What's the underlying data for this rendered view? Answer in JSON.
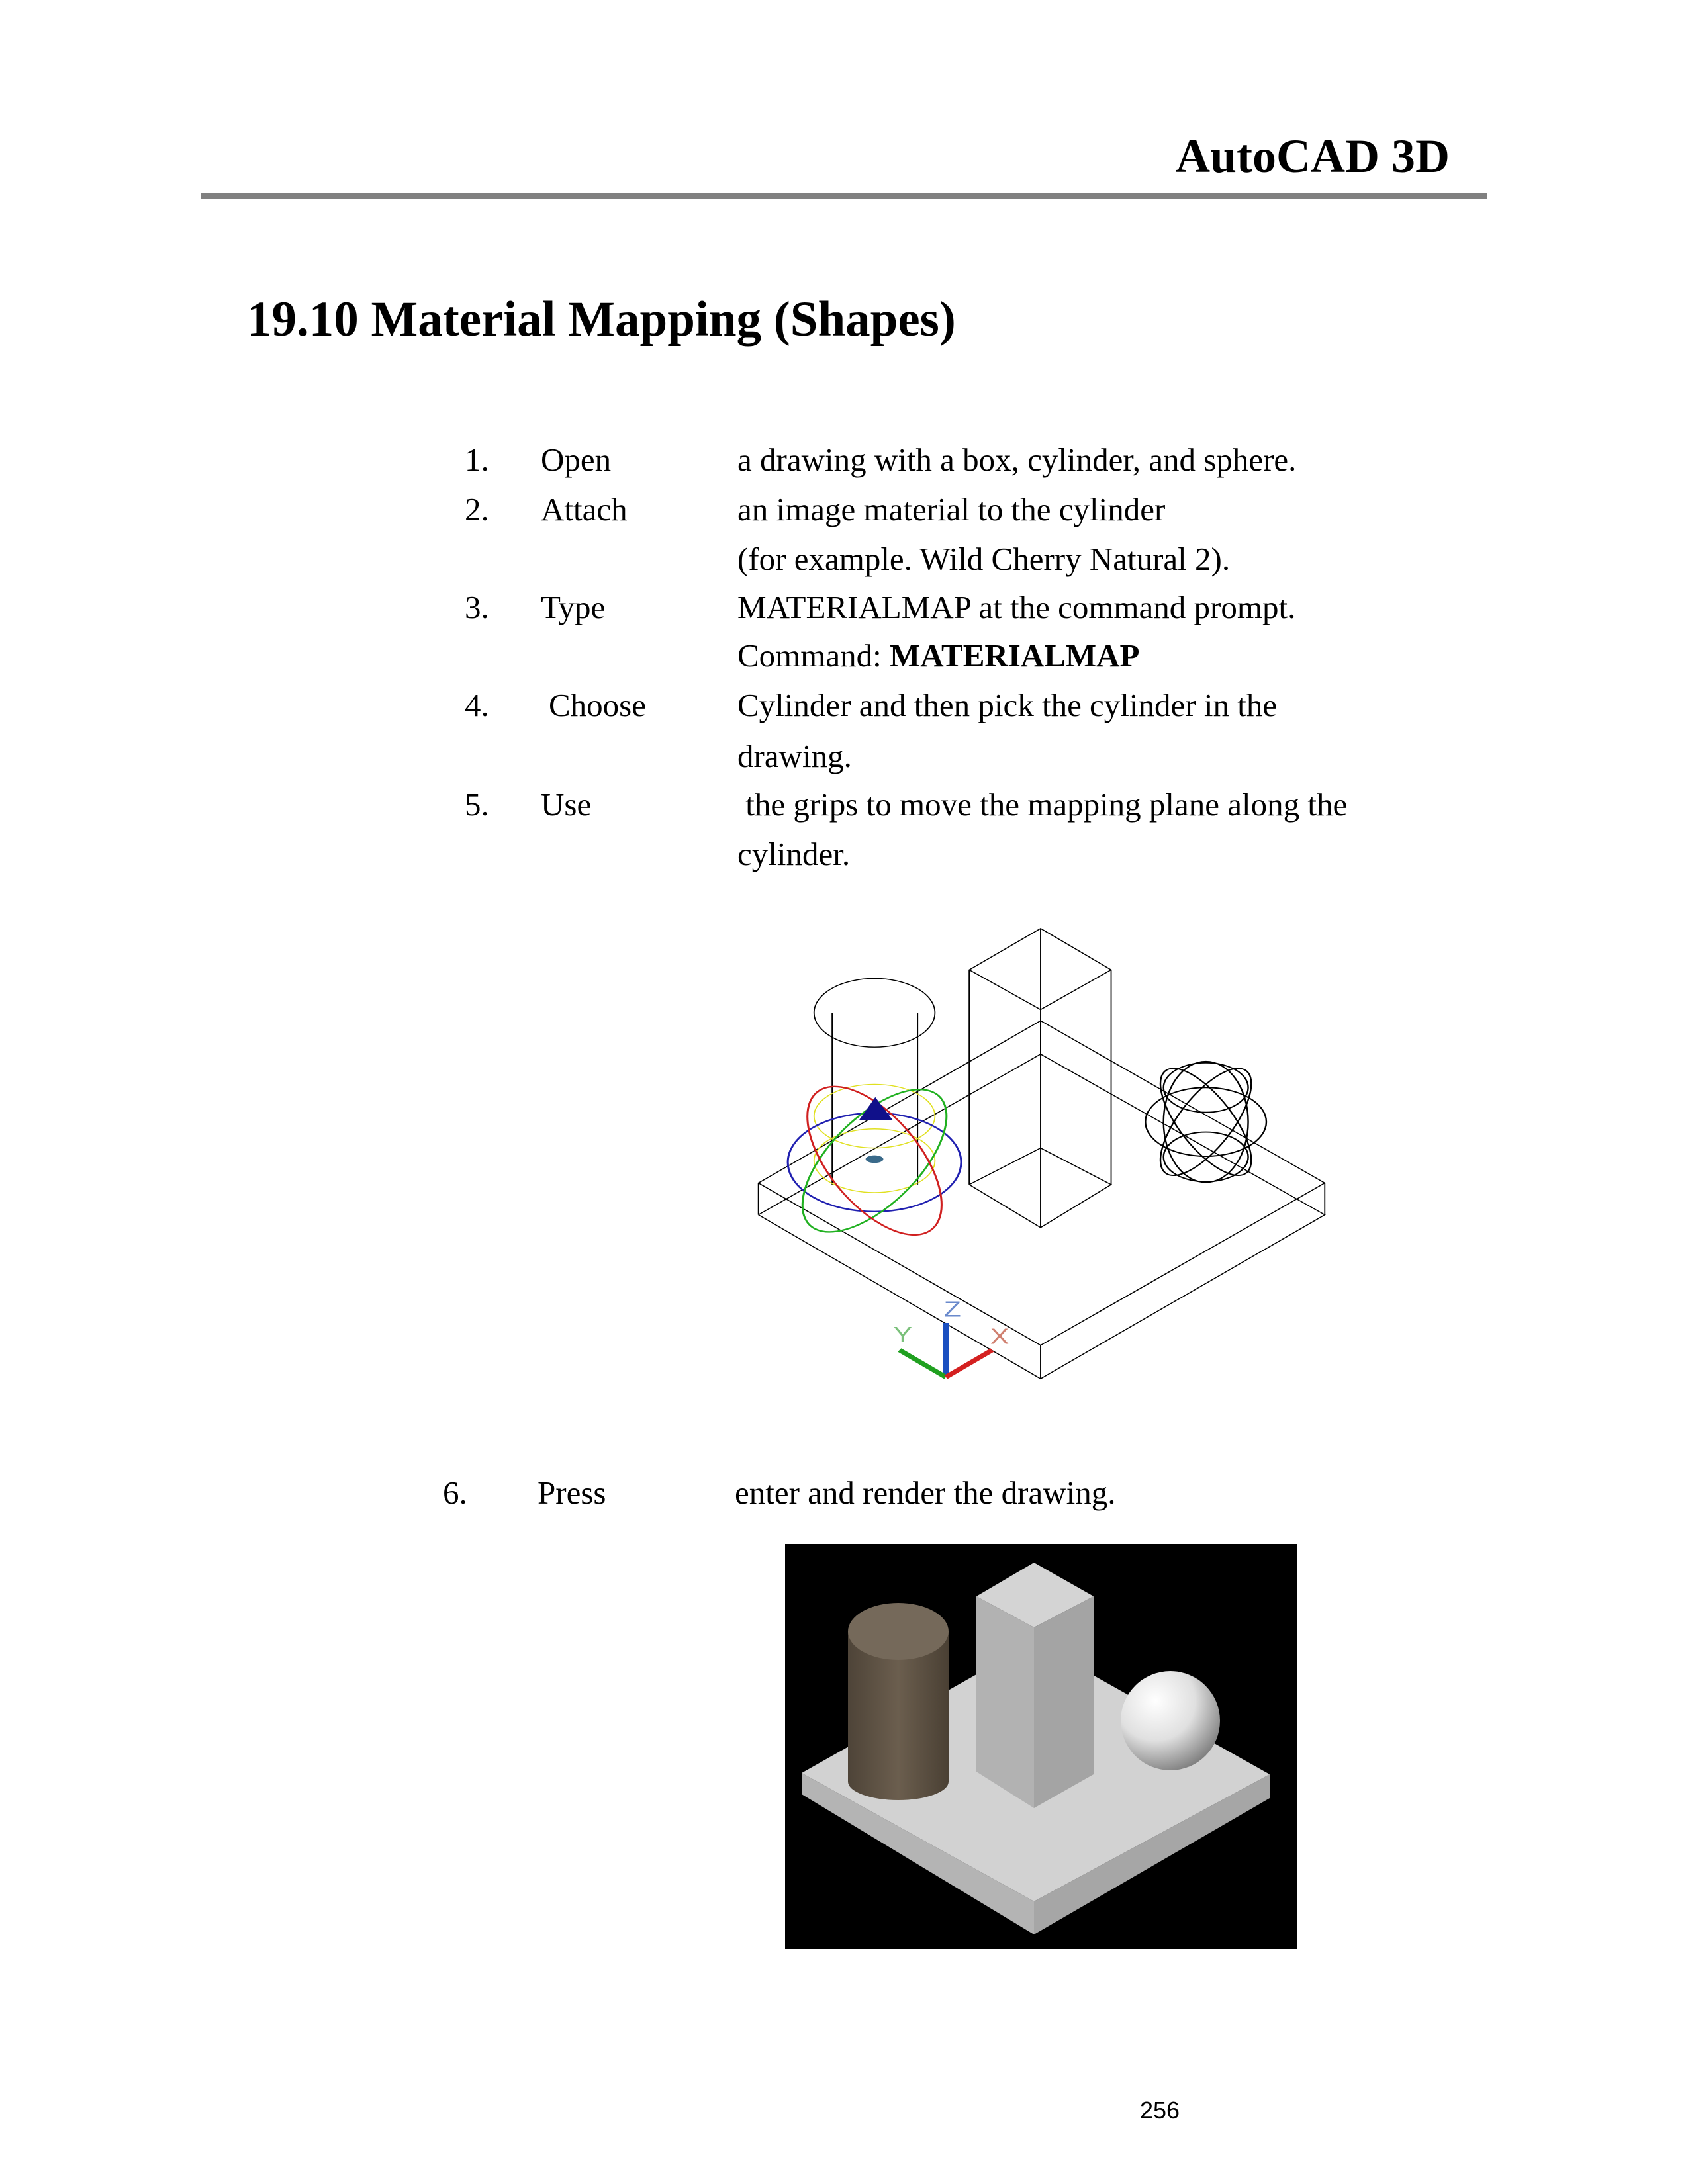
{
  "header": {
    "title": "AutoCAD 3D"
  },
  "section": {
    "title": "19.10 Material Mapping (Shapes)"
  },
  "steps": [
    {
      "num": "1.",
      "verb": "Open",
      "lines": [
        "a drawing with a box, cylinder, and sphere."
      ]
    },
    {
      "num": "2.",
      "verb": "Attach",
      "lines": [
        "an image material to the cylinder",
        "(for example. Wild Cherry Natural 2)."
      ]
    },
    {
      "num": "3.",
      "verb": "Type",
      "lines": [
        "MATERIALMAP at the command prompt."
      ],
      "command_label": "Command: ",
      "command_value": "MATERIALMAP"
    },
    {
      "num": "4.",
      "verb": "Choose",
      "lines": [
        "Cylinder and then pick the cylinder in the",
        "drawing."
      ]
    },
    {
      "num": "5.",
      "verb": "Use",
      "lines": [
        " the grips to move the mapping plane along the",
        "cylinder."
      ]
    },
    {
      "num": "6.",
      "verb": "Press",
      "lines": [
        "enter and render the drawing."
      ]
    }
  ],
  "figure_wireframe": {
    "ucs_labels": {
      "x": "X",
      "y": "Y",
      "z": "Z"
    }
  },
  "colors": {
    "rule": "#808080",
    "ucs_x": "#d42020",
    "ucs_y": "#20a020",
    "ucs_z": "#1a4fc0",
    "render_bg": "#000000",
    "wood": "#5e5244"
  },
  "footer": {
    "page_number": "256"
  }
}
